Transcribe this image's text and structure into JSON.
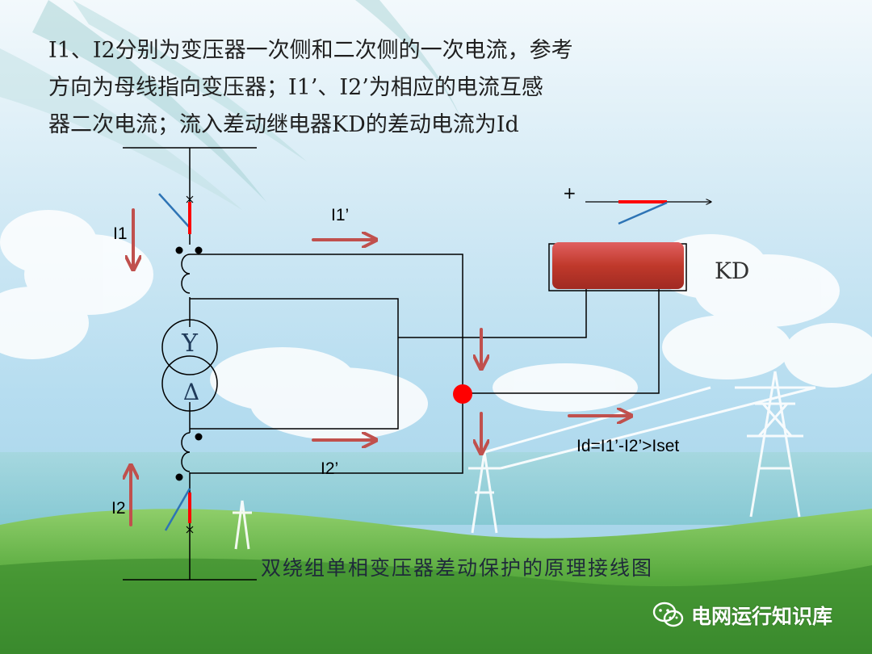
{
  "title": {
    "line1": "I1、I2分别为变压器一次侧和二次侧的一次电流，参考",
    "line2": "方向为母线指向变压器；I1’、I2’为相应的电流互感",
    "line3": "器二次电流；流入差动继电器KD的差动电流为Id"
  },
  "diagram": {
    "label_i1": "I1",
    "label_i2": "I2",
    "label_i1_prime": "I1’",
    "label_i2_prime": "I2’",
    "label_kd": "KD",
    "label_plus": "+",
    "label_y": "Y",
    "label_delta": "Δ",
    "label_equation": "Id=I1’-I2’>Iset"
  },
  "caption": "双绕组单相变压器差动保护的原理接线图",
  "watermark": "电网运行知识库",
  "icons": {
    "watermark_icon": "wechat-icon"
  },
  "colors": {
    "arrow": "#c0504d",
    "node": "#ff0000",
    "relay": "#c0504d",
    "wire": "#000000"
  }
}
